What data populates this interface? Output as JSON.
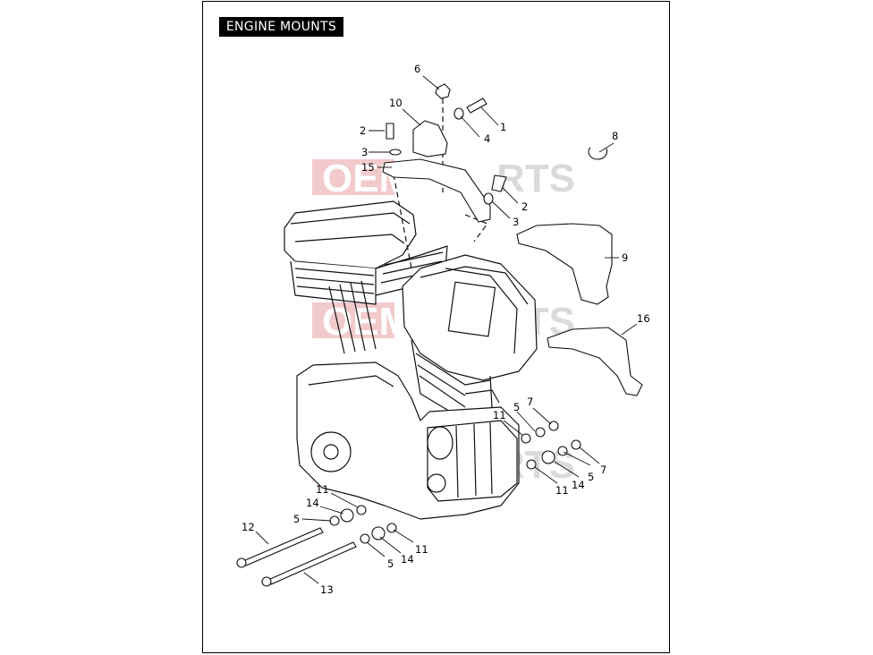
{
  "title": "ENGINE MOUNTS",
  "watermark": {
    "left": "OEM",
    "right": "RTS",
    "color": "#d9363e"
  },
  "callouts": [
    {
      "num": "1"
    },
    {
      "num": "2"
    },
    {
      "num": "2"
    },
    {
      "num": "3"
    },
    {
      "num": "3"
    },
    {
      "num": "4"
    },
    {
      "num": "5"
    },
    {
      "num": "5"
    },
    {
      "num": "5"
    },
    {
      "num": "5"
    },
    {
      "num": "6"
    },
    {
      "num": "7"
    },
    {
      "num": "7"
    },
    {
      "num": "8"
    },
    {
      "num": "9"
    },
    {
      "num": "10"
    },
    {
      "num": "11"
    },
    {
      "num": "11"
    },
    {
      "num": "11"
    },
    {
      "num": "11"
    },
    {
      "num": "12"
    },
    {
      "num": "13"
    },
    {
      "num": "14"
    },
    {
      "num": "14"
    },
    {
      "num": "14"
    },
    {
      "num": "15"
    },
    {
      "num": "16"
    }
  ]
}
